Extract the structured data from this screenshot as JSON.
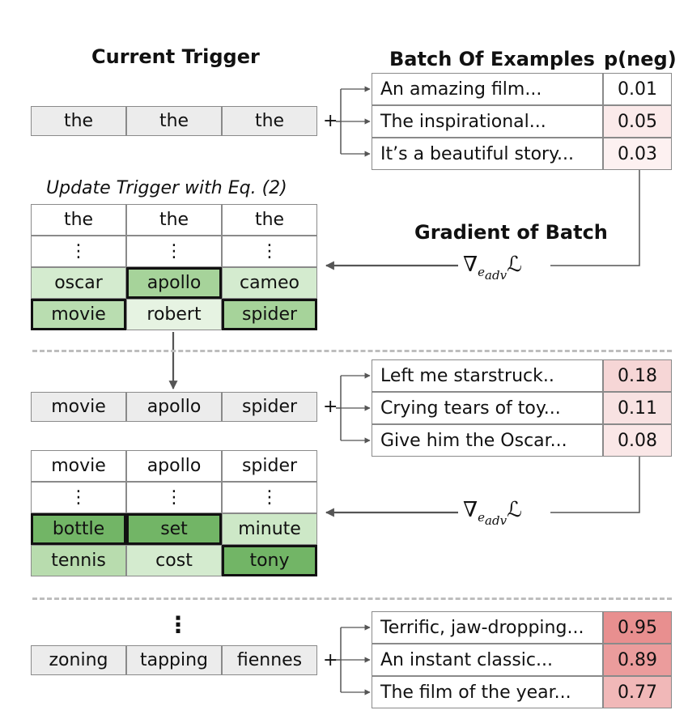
{
  "headers": {
    "current_trigger": "Current Trigger",
    "batch_of_examples": "Batch Of Examples",
    "p_neg": "p(neg)",
    "update_trigger": "Update Trigger with Eq. (2)",
    "gradient_of_batch": "Gradient of Batch"
  },
  "gradient_symbol": {
    "nabla": "∇",
    "subscript": "e",
    "subsub": "adv",
    "loss": "ℒ"
  },
  "plus_sign": "+",
  "vertical_ellipsis": "⋮",
  "stage1": {
    "trigger": [
      "the",
      "the",
      "the"
    ],
    "examples": [
      {
        "text": "An amazing film...",
        "p_neg": "0.01",
        "color": "#ffffff"
      },
      {
        "text": "The inspirational...",
        "p_neg": "0.05",
        "color": "#fbeaea"
      },
      {
        "text": "It’s a beautiful story...",
        "p_neg": "0.03",
        "color": "#fdf1f1"
      }
    ],
    "candidates": {
      "top": [
        "the",
        "the",
        "the"
      ],
      "row1": [
        {
          "text": "oscar",
          "color": "#d4ebcf",
          "bold": false
        },
        {
          "text": "apollo",
          "color": "#a6d39a",
          "bold": true
        },
        {
          "text": "cameo",
          "color": "#d4ebcf",
          "bold": false
        }
      ],
      "row2": [
        {
          "text": "movie",
          "color": "#b9ddb0",
          "bold": true
        },
        {
          "text": "robert",
          "color": "#e6f3e2",
          "bold": false
        },
        {
          "text": "spider",
          "color": "#a6d39a",
          "bold": true
        }
      ]
    }
  },
  "stage2": {
    "trigger": [
      "movie",
      "apollo",
      "spider"
    ],
    "examples": [
      {
        "text": "Left me starstruck..",
        "p_neg": "0.18",
        "color": "#f6d6d6"
      },
      {
        "text": "Crying tears of toy...",
        "p_neg": "0.11",
        "color": "#f8e2e2"
      },
      {
        "text": "Give him the Oscar...",
        "p_neg": "0.08",
        "color": "#fae7e7"
      }
    ],
    "candidates": {
      "top": [
        "movie",
        "apollo",
        "spider"
      ],
      "row1": [
        {
          "text": "bottle",
          "color": "#72b566",
          "bold": true
        },
        {
          "text": "set",
          "color": "#72b566",
          "bold": true
        },
        {
          "text": "minute",
          "color": "#cde8c7",
          "bold": false
        }
      ],
      "row2": [
        {
          "text": "tennis",
          "color": "#b8dcae",
          "bold": false
        },
        {
          "text": "cost",
          "color": "#d4ebcf",
          "bold": false
        },
        {
          "text": "tony",
          "color": "#72b566",
          "bold": true
        }
      ]
    }
  },
  "stage3": {
    "trigger": [
      "zoning",
      "tapping",
      "fiennes"
    ],
    "examples": [
      {
        "text": "Terrific, jaw-dropping...",
        "p_neg": "0.95",
        "color": "#e88f8f"
      },
      {
        "text": "An instant classic...",
        "p_neg": "0.89",
        "color": "#eb9c9c"
      },
      {
        "text": "The film of the year...",
        "p_neg": "0.77",
        "color": "#f1b8b8"
      }
    ]
  }
}
